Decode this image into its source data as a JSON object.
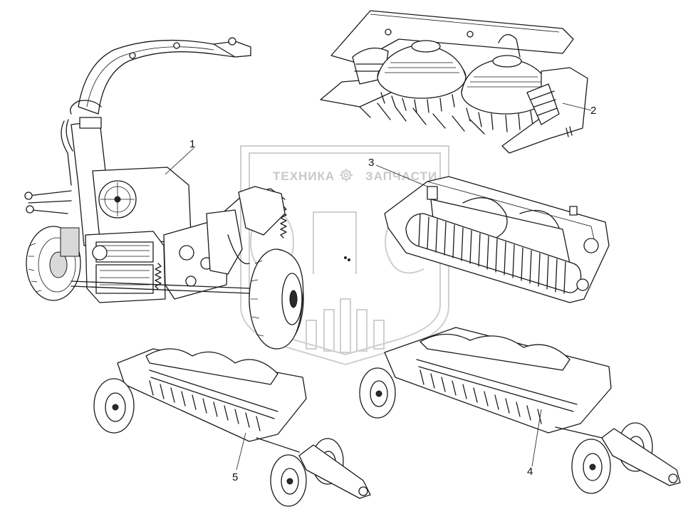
{
  "watermark": {
    "word_left": "ТЕХНИКА",
    "word_right": "ЗАПЧАСТИ",
    "gear_symbol": "gear-icon"
  },
  "callouts": [
    "1",
    "2",
    "3",
    "4",
    "5"
  ],
  "colors": {
    "line": "#1a1a1a",
    "watermark": "#cfcfcf",
    "background": "#ffffff"
  }
}
